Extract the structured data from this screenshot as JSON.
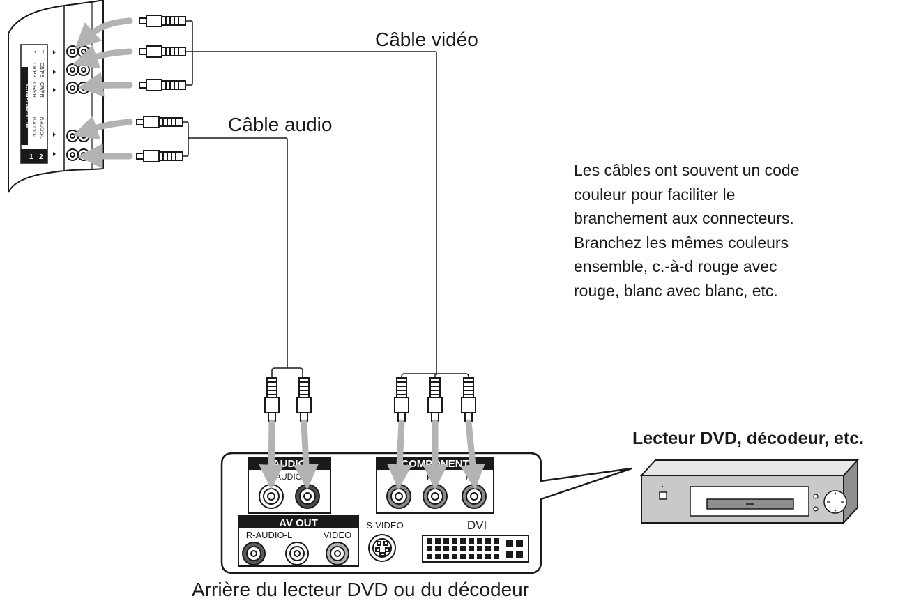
{
  "labels": {
    "video_cable": "Câble vidéo",
    "audio_cable": "Câble audio",
    "dvd_player": "Lecteur DVD, décodeur, etc.",
    "rear_caption": "Arrière du lecteur DVD ou du décodeur"
  },
  "note_lines": [
    "Les câbles ont souvent un code",
    "couleur pour faciliter le",
    "branchement aux connecteurs.",
    "Branchez les mêmes couleurs",
    "ensemble, c.-à-d rouge avec",
    "rouge, blanc avec blanc, etc."
  ],
  "tv_panel": {
    "group_title": "COMPONENT IN",
    "row_labels": [
      "Y",
      "CB/PB",
      "CR/PR"
    ],
    "input_numbers": [
      "1",
      "2"
    ],
    "audio_labels": [
      "R-AUDIO-L",
      "R-AUDIO-L"
    ]
  },
  "rear_panel": {
    "audio_title": "AUDIO",
    "audio_sub": "L-AUDIO-R",
    "component_title": "COMPONENT",
    "component_sub": [
      "Y",
      "PB",
      "PR"
    ],
    "av_out_title": "AV OUT",
    "av_out_audio": "R-AUDIO-L",
    "av_out_video": "VIDEO",
    "svideo": "S-VIDEO",
    "dvi": "DVI"
  },
  "colors": {
    "line": "#1a1a1a",
    "arrow": "#b3b3b3",
    "device_face": "#e8e8e8",
    "device_front": "#c9c9c9",
    "device_dark": "#8f8f8f"
  }
}
